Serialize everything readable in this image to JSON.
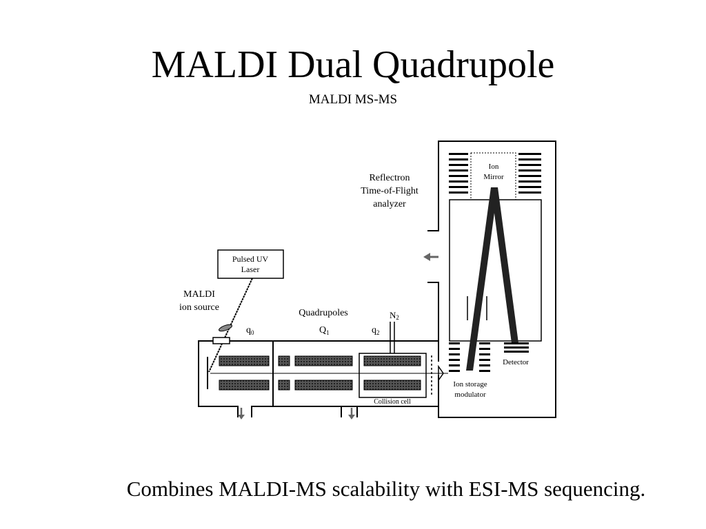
{
  "slide": {
    "title": "MALDI Dual Quadrupole",
    "subtitle": "MALDI MS-MS",
    "caption": "Combines MALDI-MS scalability with ESI-MS sequencing."
  },
  "diagram": {
    "reflectron_label": [
      "Reflectron",
      "Time-of-Flight",
      "analyzer"
    ],
    "ion_mirror_label": [
      "Ion",
      "Mirror"
    ],
    "laser_label": [
      "Pulsed UV",
      "Laser"
    ],
    "maldi_label": [
      "MALDI",
      "ion source"
    ],
    "quadrupoles_label": "Quadrupoles",
    "q0_label": "q",
    "q0_sub": "0",
    "Q1_label": "Q",
    "Q1_sub": "1",
    "q2_label": "q",
    "q2_sub": "2",
    "n2_label": "N",
    "n2_sub": "2",
    "detector_label": "Detector",
    "ion_storage_label": [
      "Ion storage",
      "modulator"
    ],
    "collision_cell_label": "Collision cell"
  }
}
